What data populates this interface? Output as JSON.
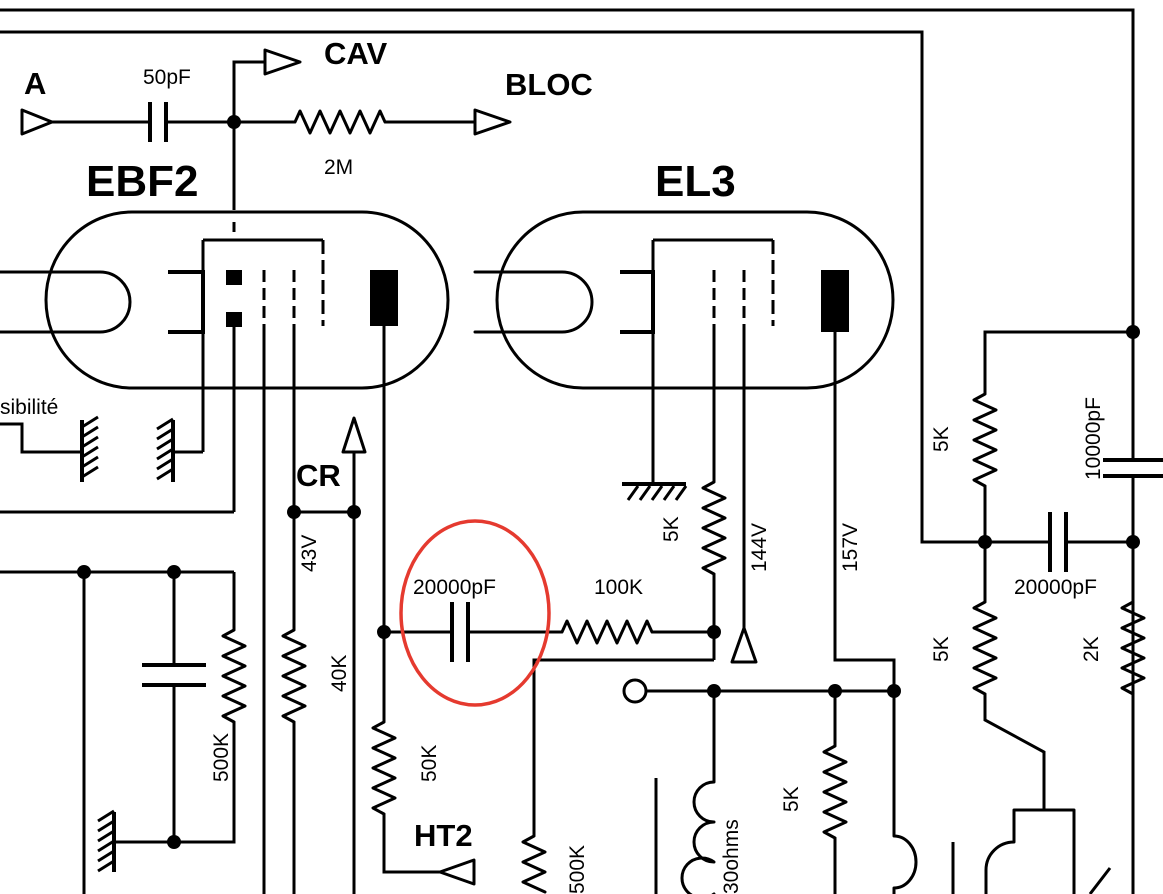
{
  "diagram": {
    "tubes": {
      "ebf2": "EBF2",
      "el3": "EL3"
    },
    "signals": {
      "input_a": "A",
      "cav": "CAV",
      "bloc": "BLOC",
      "cr": "CR",
      "ht2": "HT2",
      "sensibilite": "sibilité"
    },
    "components": {
      "c_50pf": "50pF",
      "r_2m": "2M",
      "c_20000pf_coupling": "20000pF",
      "r_100k": "100K",
      "r_5k_el3": "5K",
      "v_144": "144V",
      "v_157": "157V",
      "v_43": "43V",
      "r_40k": "40K",
      "r_50k": "50K",
      "r_500k_left": "500K",
      "r_500k_mid": "500K",
      "r_5k_bottom": "5K",
      "coil_30ohms": "30ohms",
      "r_5k_right_top": "5K",
      "c_10000pf": "10000pF",
      "c_20000pf_right": "20000pF",
      "r_5k_right_bottom": "5K",
      "r_2k": "2K"
    }
  },
  "highlight_color": "#e53a2f"
}
